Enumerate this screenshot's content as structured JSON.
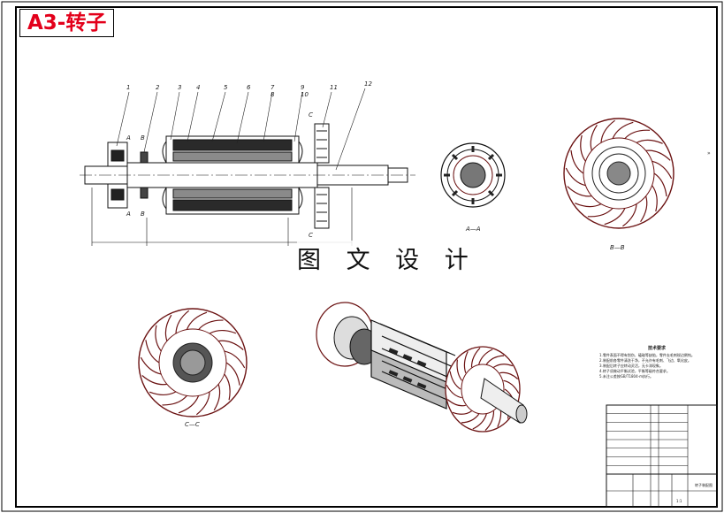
{
  "drawing": {
    "title": "A3-转子",
    "watermark": "图 文 设 计",
    "side_mark": "»"
  },
  "section_labels": {
    "a": "A—A",
    "b": "B—B",
    "c": "C—C"
  },
  "part_numbers": [
    "1",
    "2",
    "3",
    "4",
    "5",
    "6",
    "7",
    "8",
    "9",
    "10",
    "11",
    "12"
  ],
  "cut_marks": {
    "a": "A",
    "b": "B",
    "c": "C"
  },
  "tech_notes": {
    "heading": "技术要求",
    "lines": [
      "1.零件表面不得有划伤、磕碰等缺陷，零件去毛刺锐边倒钝。",
      "2.装配前各零件清洗干净，不允许有毛刺、飞边、氧化皮。",
      "3.装配后转子应转动灵活，无卡滞现象。",
      "4.转子须做动平衡试验，平衡等级符合要求。",
      "5.未注公差按GB/T1804-m执行。"
    ]
  },
  "title_block": {
    "drawing_name": "转子装配图",
    "scale": "1:1"
  },
  "colors": {
    "line": "#111111",
    "rotor_red": "#6b1212",
    "title_red": "#e3001b"
  }
}
